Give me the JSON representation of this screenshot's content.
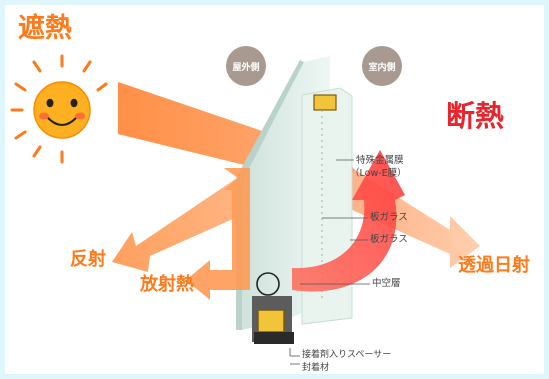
{
  "titles": {
    "shading": "遮熱",
    "insulation": "断熱"
  },
  "badges": {
    "outdoor": "屋外側",
    "indoor": "室内側"
  },
  "arrows": {
    "reflection": "反射",
    "radiant_heat": "放射熱",
    "transmitted_sunlight": "透過日射"
  },
  "parts": {
    "lowe_film_line1": "特殊金属膜",
    "lowe_film_line2": "（Low-E膜）",
    "glass_1": "板ガラス",
    "glass_2": "板ガラス",
    "air_layer": "中空層",
    "spacer": "接着剤入りスペーサー",
    "sealant": "封着材"
  },
  "colors": {
    "background": "#dff7fb",
    "orange": "#ff7a1a",
    "red": "#e8242c",
    "sun_face": "#ffb020",
    "badge": "#a89a90"
  }
}
